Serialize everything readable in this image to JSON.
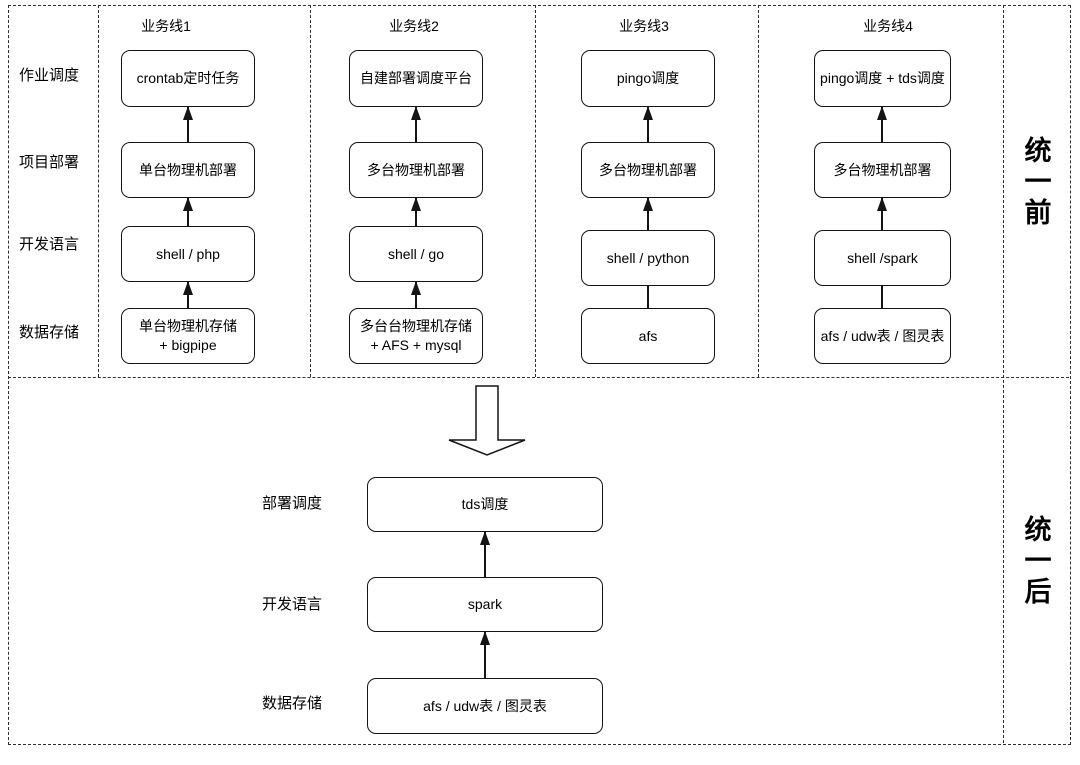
{
  "top": {
    "row_labels": [
      "作业调度",
      "项目部署",
      "开发语言",
      "数据存储"
    ],
    "side_label": "统一前",
    "columns": [
      {
        "header": "业务线1",
        "boxes": [
          {
            "text": "crontab定时任务"
          },
          {
            "text": "单台物理机部署"
          },
          {
            "text": "shell / php"
          },
          {
            "text": "单台物理机存储",
            "text2": "+ bigpipe"
          }
        ]
      },
      {
        "header": "业务线2",
        "boxes": [
          {
            "text": "自建部署调度平台"
          },
          {
            "text": "多台物理机部署"
          },
          {
            "text": "shell / go"
          },
          {
            "text": "多台台物理机存储",
            "text2": "+ AFS + mysql"
          }
        ]
      },
      {
        "header": "业务线3",
        "boxes": [
          {
            "text": "pingo调度"
          },
          {
            "text": "多台物理机部署"
          },
          {
            "text": "shell / python"
          },
          {
            "text": "afs"
          }
        ]
      },
      {
        "header": "业务线4",
        "boxes": [
          {
            "text": "pingo调度 + tds调度"
          },
          {
            "text": "多台物理机部署"
          },
          {
            "text": "shell /spark"
          },
          {
            "text": "afs / udw表 / 图灵表"
          }
        ]
      }
    ]
  },
  "bottom": {
    "side_label": "统一后",
    "rows": [
      {
        "label": "部署调度",
        "box": "tds调度"
      },
      {
        "label": "开发语言",
        "box": "spark"
      },
      {
        "label": "数据存储",
        "box": "afs / udw表 / 图灵表"
      }
    ]
  },
  "colors": {
    "line": "#141414",
    "dash": "#2f2f2f",
    "background": "#ffffff"
  }
}
